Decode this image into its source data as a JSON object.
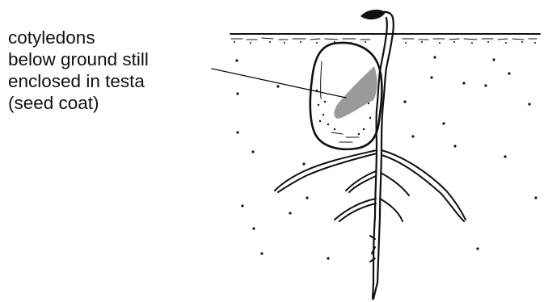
{
  "annotation": {
    "lines": [
      "cotyledons",
      "below ground still",
      "enclosed in testa",
      "(seed coat)"
    ]
  },
  "colors": {
    "ink": "#111111",
    "cotyledon_shading": "#9a9a9a",
    "background": "#ffffff"
  }
}
